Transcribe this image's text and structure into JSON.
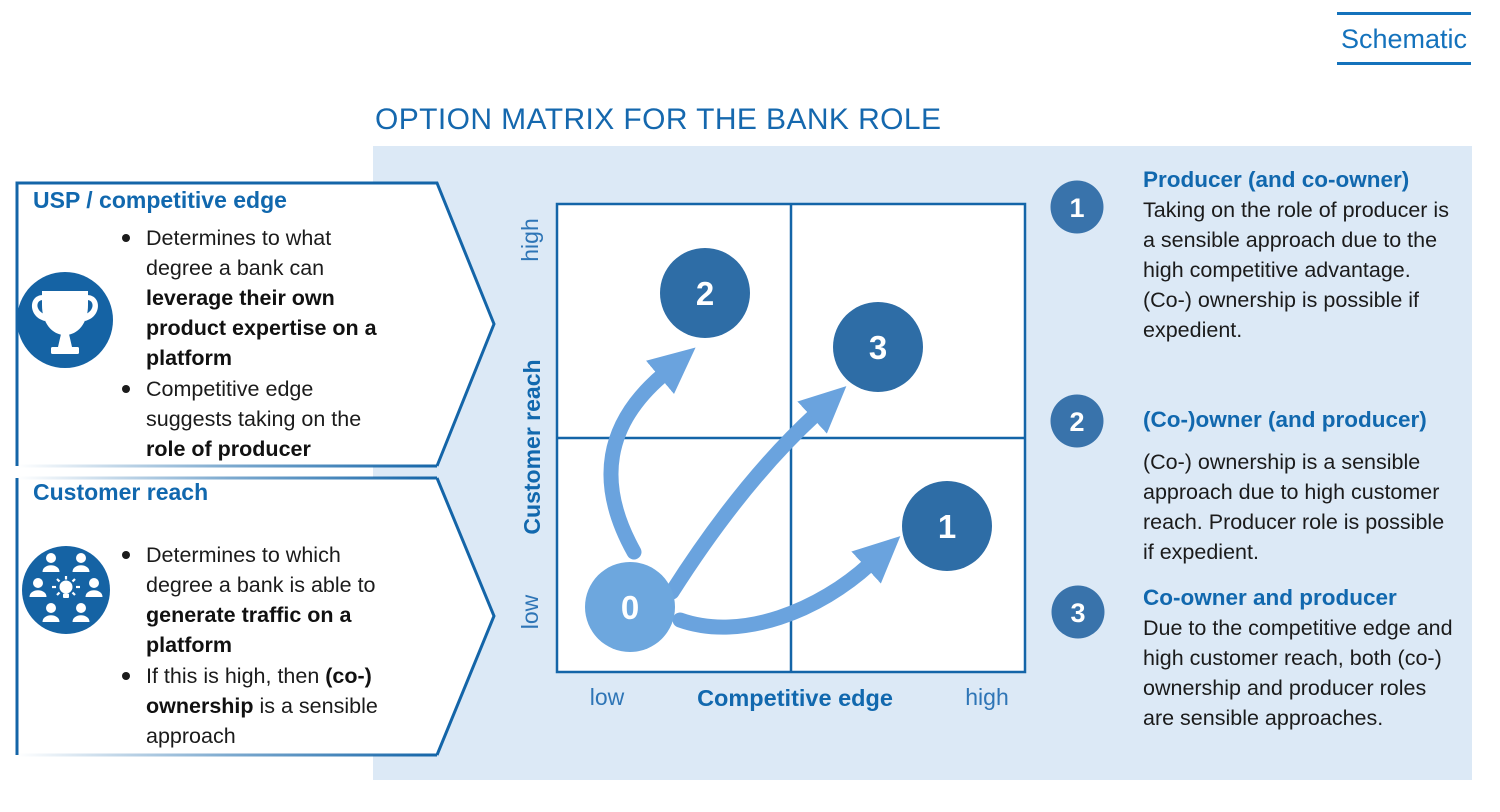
{
  "schematic_label": "Schematic",
  "title": "OPTION MATRIX FOR THE BANK ROLE",
  "colors": {
    "accent_blue": "#1168ae",
    "border_blue": "#1465a8",
    "panel_background": "#dce9f6",
    "dark_circle": "#2e6da6",
    "light_circle": "#6da7de",
    "arrow": "#6aa3de",
    "icon_circle": "#1563a4",
    "badge": "#3973ab",
    "body_text": "#1b1b1b"
  },
  "callouts": [
    {
      "heading": "USP / competitive edge",
      "icon": "trophy-icon",
      "bullets": [
        [
          {
            "t": "Determines to what degree a bank can ",
            "b": false
          },
          {
            "t": "leverage their own product expertise on a platform",
            "b": true
          }
        ],
        [
          {
            "t": "Competitive edge suggests taking on the ",
            "b": false
          },
          {
            "t": "role of producer",
            "b": true
          }
        ]
      ]
    },
    {
      "heading": "Customer reach",
      "icon": "people-network-icon",
      "bullets": [
        [
          {
            "t": "Determines to which degree a bank is able to ",
            "b": false
          },
          {
            "t": "generate traffic on a platform",
            "b": true
          }
        ],
        [
          {
            "t": "If this is high, then ",
            "b": false
          },
          {
            "t": "(co-) ownership",
            "b": true
          },
          {
            "t": " is a sensible approach",
            "b": false
          }
        ]
      ]
    }
  ],
  "matrix": {
    "x_axis": {
      "label": "Competitive edge",
      "low": "low",
      "high": "high"
    },
    "y_axis": {
      "label": "Customer reach",
      "low": "low",
      "high": "high"
    },
    "points": [
      {
        "id": "0",
        "position": "low competitive edge / low customer reach",
        "style": "light"
      },
      {
        "id": "1",
        "position": "high competitive edge / low customer reach",
        "style": "dark"
      },
      {
        "id": "2",
        "position": "low competitive edge / high customer reach",
        "style": "dark"
      },
      {
        "id": "3",
        "position": "center-high competitive edge / high customer reach",
        "style": "dark"
      }
    ]
  },
  "notes": [
    {
      "num": "1",
      "heading": "Producer (and co-owner)",
      "body": "Taking on the role of producer is a sensible approach due to the high competitive advantage. (Co-) ownership is possible if expedient."
    },
    {
      "num": "2",
      "heading": "(Co-)owner (and producer)",
      "body": "(Co-) ownership is a sensible approach due to high customer reach. Producer role is possible if expedient."
    },
    {
      "num": "3",
      "heading": "Co-owner and producer",
      "body": "Due to the competitive edge and high customer reach, both (co-) ownership and producer roles are sensible approaches."
    }
  ]
}
